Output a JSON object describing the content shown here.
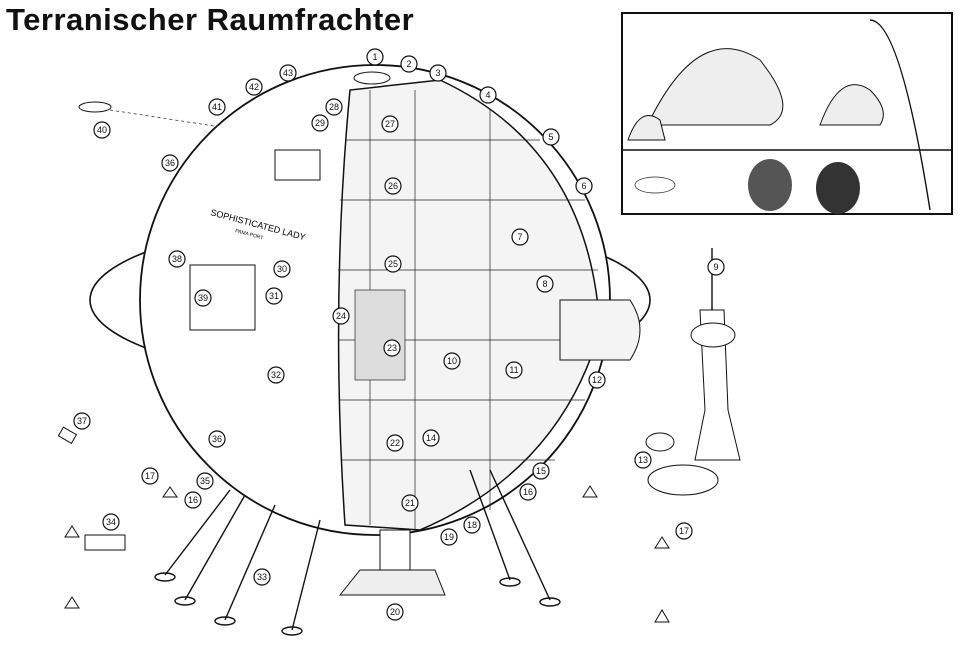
{
  "title": "Terranischer Raumfrachter",
  "hull_text": {
    "name": "SOPHISTICATED LADY",
    "sub": "PAMA PORT"
  },
  "callouts": [
    {
      "n": "1"
    },
    {
      "n": "2"
    },
    {
      "n": "3"
    },
    {
      "n": "4"
    },
    {
      "n": "5"
    },
    {
      "n": "6"
    },
    {
      "n": "7"
    },
    {
      "n": "8"
    },
    {
      "n": "9"
    },
    {
      "n": "10"
    },
    {
      "n": "11"
    },
    {
      "n": "12"
    },
    {
      "n": "13"
    },
    {
      "n": "14"
    },
    {
      "n": "15"
    },
    {
      "n": "16"
    },
    {
      "n": "16"
    },
    {
      "n": "17"
    },
    {
      "n": "17"
    },
    {
      "n": "18"
    },
    {
      "n": "19"
    },
    {
      "n": "20"
    },
    {
      "n": "21"
    },
    {
      "n": "22"
    },
    {
      "n": "23"
    },
    {
      "n": "24"
    },
    {
      "n": "25"
    },
    {
      "n": "26"
    },
    {
      "n": "27"
    },
    {
      "n": "28"
    },
    {
      "n": "29"
    },
    {
      "n": "30"
    },
    {
      "n": "31"
    },
    {
      "n": "32"
    },
    {
      "n": "33"
    },
    {
      "n": "34"
    },
    {
      "n": "35"
    },
    {
      "n": "36"
    },
    {
      "n": "36"
    },
    {
      "n": "37"
    },
    {
      "n": "38"
    },
    {
      "n": "39"
    },
    {
      "n": "40"
    },
    {
      "n": "41"
    },
    {
      "n": "42"
    },
    {
      "n": "43"
    }
  ]
}
